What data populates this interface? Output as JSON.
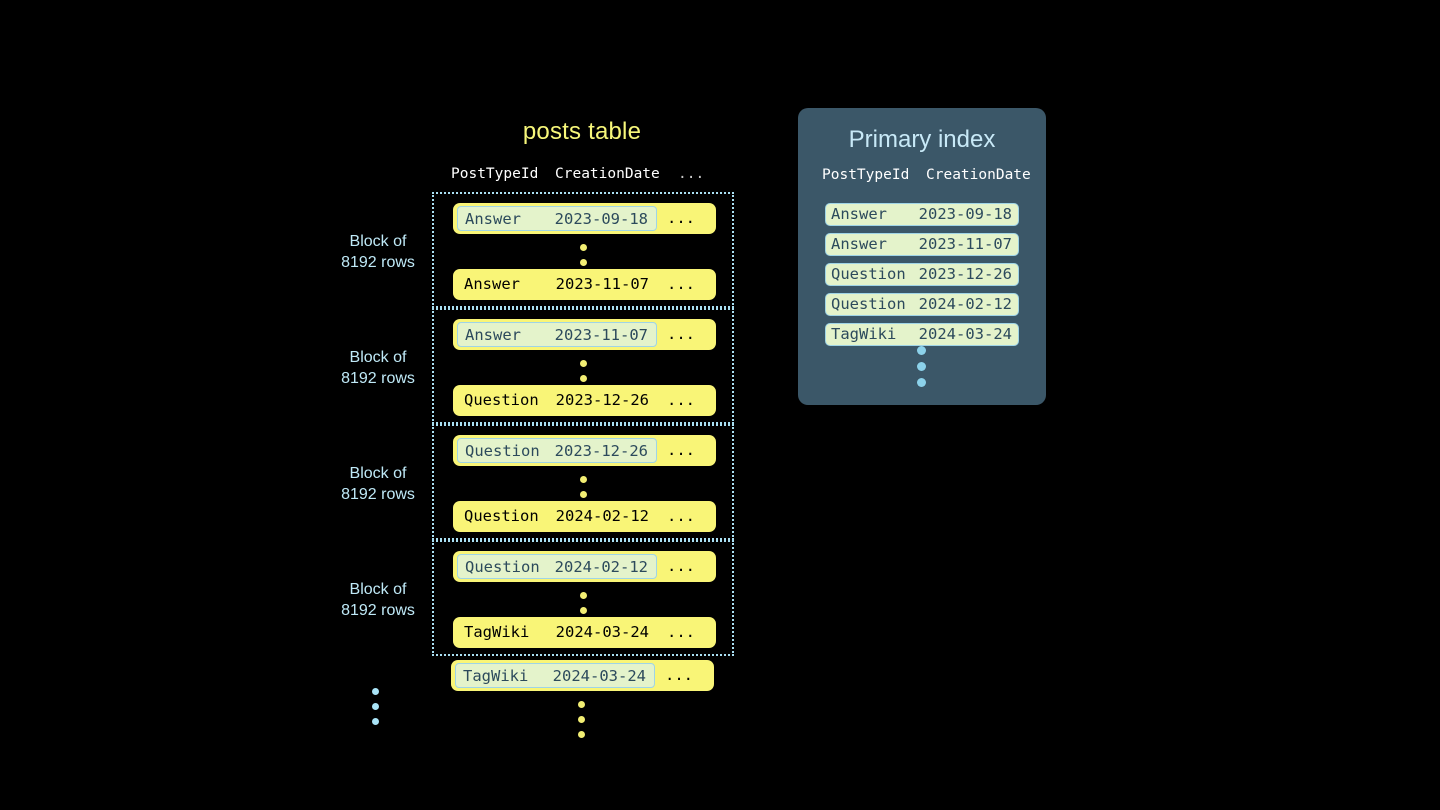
{
  "background": "#000000",
  "posts_table": {
    "title": "posts table",
    "columns": {
      "post_type_id": "PostTypeId",
      "creation_date": "CreationDate",
      "more": "..."
    },
    "row_etc": "...",
    "block_label": "Block of\n8192 rows",
    "block_label_line1": "Block of",
    "block_label_line2": "8192 rows",
    "blocks": [
      {
        "label_line1": "Block of",
        "label_line2": "8192 rows",
        "first_row": {
          "post_type_id": "Answer",
          "creation_date": "2023-09-18",
          "more": "...",
          "highlighted": true
        },
        "last_row": {
          "post_type_id": "Answer",
          "creation_date": "2023-11-07",
          "more": "...",
          "highlighted": false
        }
      },
      {
        "label_line1": "Block of",
        "label_line2": "8192 rows",
        "first_row": {
          "post_type_id": "Answer",
          "creation_date": "2023-11-07",
          "more": "...",
          "highlighted": true
        },
        "last_row": {
          "post_type_id": "Question",
          "creation_date": "2023-12-26",
          "more": "...",
          "highlighted": false
        }
      },
      {
        "label_line1": "Block of",
        "label_line2": "8192 rows",
        "first_row": {
          "post_type_id": "Question",
          "creation_date": "2023-12-26",
          "more": "...",
          "highlighted": true
        },
        "last_row": {
          "post_type_id": "Question",
          "creation_date": "2024-02-12",
          "more": "...",
          "highlighted": false
        }
      },
      {
        "label_line1": "Block of",
        "label_line2": "8192 rows",
        "first_row": {
          "post_type_id": "Question",
          "creation_date": "2024-02-12",
          "more": "...",
          "highlighted": true
        },
        "last_row": {
          "post_type_id": "TagWiki",
          "creation_date": "2024-03-24",
          "more": "...",
          "highlighted": false
        }
      }
    ],
    "trailing_row": {
      "post_type_id": "TagWiki",
      "creation_date": "2024-03-24",
      "more": "...",
      "highlighted": true
    }
  },
  "primary_index": {
    "title": "Primary index",
    "panel_color": "#3b5768",
    "columns": {
      "post_type_id": "PostTypeId",
      "creation_date": "CreationDate"
    },
    "rows": [
      {
        "post_type_id": "Answer",
        "creation_date": "2023-09-18"
      },
      {
        "post_type_id": "Answer",
        "creation_date": "2023-11-07"
      },
      {
        "post_type_id": "Question",
        "creation_date": "2023-12-26"
      },
      {
        "post_type_id": "Question",
        "creation_date": "2024-02-12"
      },
      {
        "post_type_id": "TagWiki",
        "creation_date": "2024-03-24"
      }
    ]
  },
  "colors": {
    "row_yellow": "#f9f577",
    "row_highlight_green": "#e4f3cb",
    "row_highlight_border": "#9fd4e6",
    "dotted_border": "#a9dff2",
    "title_yellow": "#f7f77a",
    "index_title_blue": "#c8e9f7",
    "label_blue": "#bfe9f7",
    "dot_yellow": "#f2ee73",
    "dot_blue": "#a9e4f7"
  }
}
